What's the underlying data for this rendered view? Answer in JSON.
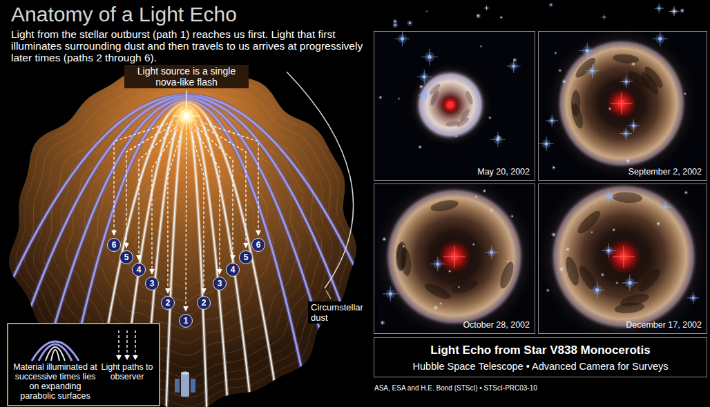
{
  "diagram": {
    "title": "Anatomy of a Light Echo",
    "nodes": [
      {
        "text": [
          "6"
        ]
      },
      {
        "text": [
          "6"
        ]
      },
      {
        "text": [
          "5"
        ]
      },
      {
        "text": [
          "5"
        ]
      },
      {
        "text": [
          "4"
        ]
      },
      {
        "text": [
          "4"
        ]
      },
      {
        "text": [
          "3"
        ]
      },
      {
        "text": [
          "3"
        ]
      },
      {
        "text": [
          "2"
        ]
      },
      {
        "text": [
          "2"
        ]
      },
      {
        "text": [
          "1"
        ]
      },
      {
        "text": [
          "May 20, 2002"
        ]
      },
      {
        "text": [
          "September 2, 2002"
        ]
      },
      {
        "text": [
          "October 28, 2002"
        ]
      },
      {
        "text": [
          "December 17, 2002"
        ]
      },
      {
        "text": [
          "Light Echo from Star V838 Monocerotis",
          "Hubble Space Telescope • Advanced Camera for Surveys"
        ]
      }
    ],
    "labels": [
      "Light from the stellar outburst (path 1) reaches us first. Light that first illuminates surrounding dust and then travels to us arrives at progressively later times (paths 2 through 6).",
      "Light source is a single nova-like flash",
      "Circumstellar dust",
      "ASA, ESA and H.E. Bond (STScI) • STScI-PRC03-10"
    ],
    "legend": [
      {
        "text": "Material illuminated at successive times lies on expanding parabolic surfaces"
      },
      {
        "text": "Light paths to observer"
      }
    ]
  }
}
